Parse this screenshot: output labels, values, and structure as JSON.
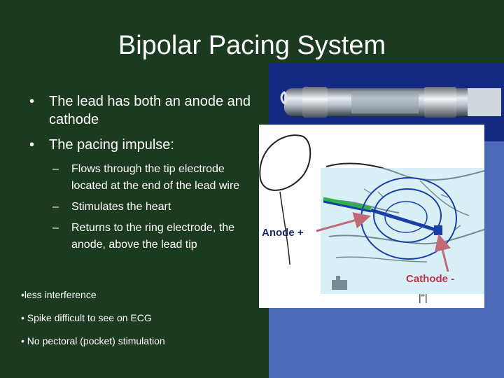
{
  "slide": {
    "title": "Bipolar Pacing System",
    "bullets": [
      {
        "text": "The lead has both an anode and cathode"
      },
      {
        "text": "The pacing impulse:"
      }
    ],
    "sub_bullets": [
      {
        "text": "Flows through the tip electrode located at the end of the lead wire"
      },
      {
        "text": "Stimulates the heart"
      },
      {
        "text": "Returns to the ring electrode, the anode, above the lead tip"
      }
    ],
    "notes": [
      {
        "text": "•less interference"
      },
      {
        "text": "• Spike difficult to see on ECG"
      },
      {
        "text": "• No pectoral (pocket) stimulation"
      }
    ],
    "marker_bullet": "•",
    "marker_dash": "–"
  },
  "figure": {
    "anode_label": "Anode +",
    "cathode_label": "Cathode -"
  },
  "colors": {
    "background": "#1b3a20",
    "panel_blue": "#4c69b8",
    "panel_navy": "#142a82",
    "anode_text": "#1a2a6a",
    "cathode_text": "#c0304a",
    "arrow": "#c06a78"
  }
}
